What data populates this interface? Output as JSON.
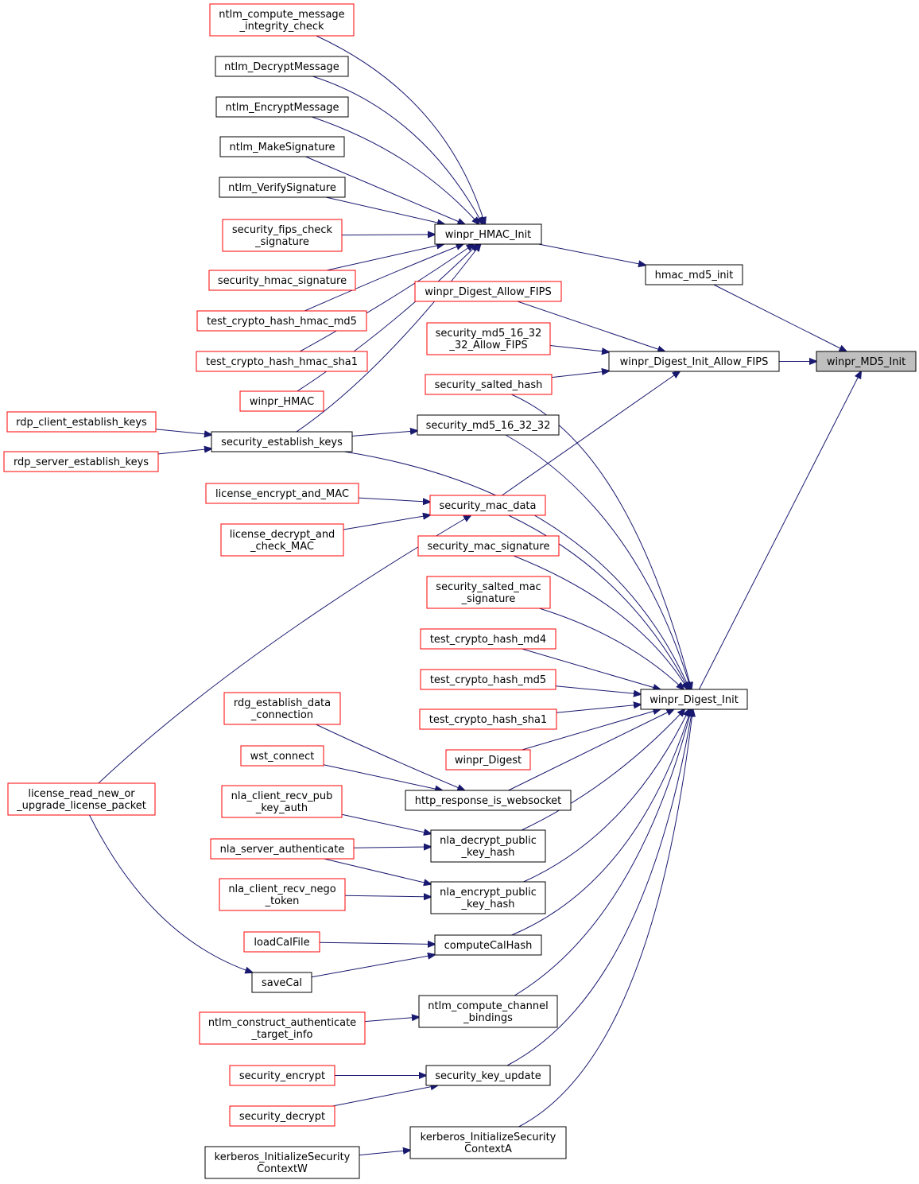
{
  "graph_type": "caller graph",
  "colors": {
    "edge": "#191970",
    "border_linked": "#000000",
    "border_truncated": "#ff0000",
    "root_fill": "#bfbfbf",
    "node_fill": "#ffffff"
  },
  "nodes": [
    {
      "id": "md5init",
      "lines": [
        "winpr_MD5_Init"
      ],
      "root": true,
      "border": "black"
    },
    {
      "id": "hmacmd5",
      "lines": [
        "hmac_md5_init"
      ],
      "border": "black"
    },
    {
      "id": "digestfips",
      "lines": [
        "winpr_Digest_Init_Allow_FIPS"
      ],
      "border": "black"
    },
    {
      "id": "digestinit",
      "lines": [
        "winpr_Digest_Init"
      ],
      "border": "black"
    },
    {
      "id": "hmacinit",
      "lines": [
        "winpr_HMAC_Init"
      ],
      "border": "black"
    },
    {
      "id": "nmic",
      "lines": [
        "ntlm_compute_message",
        "_integrity_check"
      ],
      "border": "red"
    },
    {
      "id": "ndec",
      "lines": [
        "ntlm_DecryptMessage"
      ],
      "border": "black"
    },
    {
      "id": "nenc",
      "lines": [
        "ntlm_EncryptMessage"
      ],
      "border": "black"
    },
    {
      "id": "nmake",
      "lines": [
        "ntlm_MakeSignature"
      ],
      "border": "black"
    },
    {
      "id": "nver",
      "lines": [
        "ntlm_VerifySignature"
      ],
      "border": "black"
    },
    {
      "id": "sfips",
      "lines": [
        "security_fips_check",
        "_signature"
      ],
      "border": "red"
    },
    {
      "id": "shmac",
      "lines": [
        "security_hmac_signature"
      ],
      "border": "red"
    },
    {
      "id": "tmd5h",
      "lines": [
        "test_crypto_hash_hmac_md5"
      ],
      "border": "red"
    },
    {
      "id": "tsha1h",
      "lines": [
        "test_crypto_hash_hmac_sha1"
      ],
      "border": "red"
    },
    {
      "id": "whmac",
      "lines": [
        "winpr_HMAC"
      ],
      "border": "red"
    },
    {
      "id": "rdpc",
      "lines": [
        "rdp_client_establish_keys"
      ],
      "border": "red"
    },
    {
      "id": "rdps",
      "lines": [
        "rdp_server_establish_keys"
      ],
      "border": "red"
    },
    {
      "id": "sekeys",
      "lines": [
        "security_establish_keys"
      ],
      "border": "black"
    },
    {
      "id": "wdaf",
      "lines": [
        "winpr_Digest_Allow_FIPS"
      ],
      "border": "red"
    },
    {
      "id": "smd5f",
      "lines": [
        "security_md5_16_32",
        "_32_Allow_FIPS"
      ],
      "border": "red"
    },
    {
      "id": "ssh",
      "lines": [
        "security_salted_hash"
      ],
      "border": "red"
    },
    {
      "id": "smd5",
      "lines": [
        "security_md5_16_32_32"
      ],
      "border": "black"
    },
    {
      "id": "lemac",
      "lines": [
        "license_encrypt_and_MAC"
      ],
      "border": "red"
    },
    {
      "id": "ldmac",
      "lines": [
        "license_decrypt_and",
        "_check_MAC"
      ],
      "border": "red"
    },
    {
      "id": "smac",
      "lines": [
        "security_mac_data"
      ],
      "border": "red"
    },
    {
      "id": "smsig",
      "lines": [
        "security_mac_signature"
      ],
      "border": "red"
    },
    {
      "id": "ssms",
      "lines": [
        "security_salted_mac",
        "_signature"
      ],
      "border": "red"
    },
    {
      "id": "tmd4",
      "lines": [
        "test_crypto_hash_md4"
      ],
      "border": "red"
    },
    {
      "id": "tmd5",
      "lines": [
        "test_crypto_hash_md5"
      ],
      "border": "red"
    },
    {
      "id": "tsha1",
      "lines": [
        "test_crypto_hash_sha1"
      ],
      "border": "red"
    },
    {
      "id": "wdig",
      "lines": [
        "winpr_Digest"
      ],
      "border": "red"
    },
    {
      "id": "lrnu",
      "lines": [
        "license_read_new_or",
        "_upgrade_license_packet"
      ],
      "border": "red"
    },
    {
      "id": "rdgedc",
      "lines": [
        "rdg_establish_data",
        "_connection"
      ],
      "border": "red"
    },
    {
      "id": "wstc",
      "lines": [
        "wst_connect"
      ],
      "border": "red"
    },
    {
      "id": "hriw",
      "lines": [
        "http_response_is_websocket"
      ],
      "border": "black"
    },
    {
      "id": "ncrpk",
      "lines": [
        "nla_client_recv_pub",
        "_key_auth"
      ],
      "border": "red"
    },
    {
      "id": "nsa",
      "lines": [
        "nla_server_authenticate"
      ],
      "border": "red"
    },
    {
      "id": "ndpkh",
      "lines": [
        "nla_decrypt_public",
        "_key_hash"
      ],
      "border": "black"
    },
    {
      "id": "ncrnt",
      "lines": [
        "nla_client_recv_nego",
        "_token"
      ],
      "border": "red"
    },
    {
      "id": "nepkh",
      "lines": [
        "nla_encrypt_public",
        "_key_hash"
      ],
      "border": "black"
    },
    {
      "id": "lcf",
      "lines": [
        "loadCalFile"
      ],
      "border": "red"
    },
    {
      "id": "cch",
      "lines": [
        "computeCalHash"
      ],
      "border": "black"
    },
    {
      "id": "scal",
      "lines": [
        "saveCal"
      ],
      "border": "black"
    },
    {
      "id": "ncati",
      "lines": [
        "ntlm_construct_authenticate",
        "_target_info"
      ],
      "border": "red"
    },
    {
      "id": "nccb",
      "lines": [
        "ntlm_compute_channel",
        "_bindings"
      ],
      "border": "black"
    },
    {
      "id": "senc",
      "lines": [
        "security_encrypt"
      ],
      "border": "red"
    },
    {
      "id": "sdec",
      "lines": [
        "security_decrypt"
      ],
      "border": "red"
    },
    {
      "id": "sku",
      "lines": [
        "security_key_update"
      ],
      "border": "black"
    },
    {
      "id": "kiscw",
      "lines": [
        "kerberos_InitializeSecurity",
        "ContextW"
      ],
      "border": "black"
    },
    {
      "id": "kisca",
      "lines": [
        "kerberos_InitializeSecurity",
        "ContextA"
      ],
      "border": "black"
    }
  ]
}
